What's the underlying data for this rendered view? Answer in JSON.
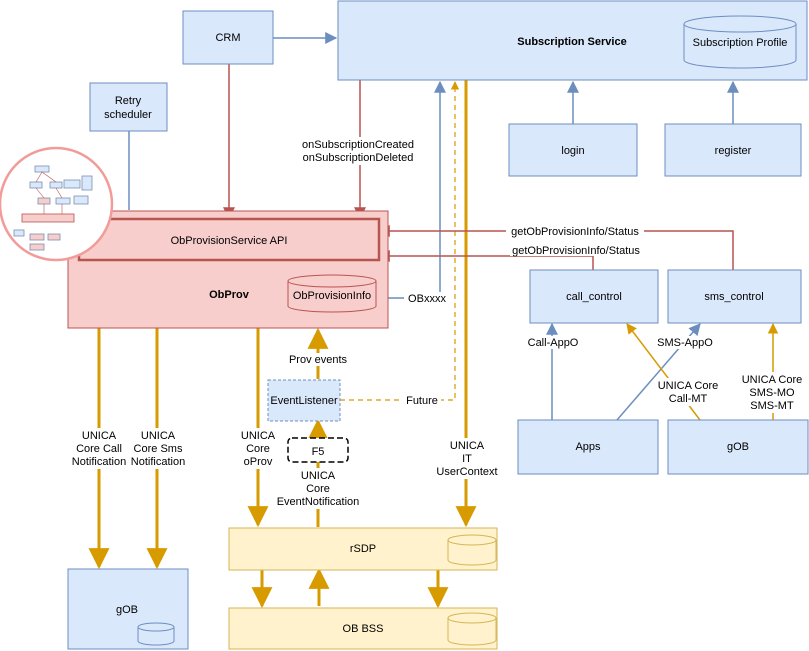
{
  "nodes": {
    "crm": "CRM",
    "subscription_service": "Subscription Service",
    "subscription_profile": "Subscription Profile",
    "retry_scheduler_1": "Retry",
    "retry_scheduler_2": "scheduler",
    "login": "login",
    "register": "register",
    "obprov_api": "ObProvisionService API",
    "obprov": "ObProv",
    "obprov_info": "ObProvisionInfo",
    "call_control": "call_control",
    "sms_control": "sms_control",
    "event_listener": "EventListener",
    "f5": "F5",
    "apps": "Apps",
    "gob_right": "gOB",
    "gob_left": "gOB",
    "rsdp": "rSDP",
    "ob_bss": "OB BSS"
  },
  "edge_labels": {
    "on_sub_created": "onSubscriptionCreated",
    "on_sub_deleted": "onSubscriptionDeleted",
    "get_status_1": "getObProvisionInfo/Status",
    "get_status_2": "getObProvisionInfo/Status",
    "obxxxx": "OBxxxx",
    "future": "Future",
    "prov_events": "Prov events",
    "call_appo": "Call-AppO",
    "sms_appo": "SMS-AppO",
    "unica_core_call_mt": [
      "UNICA Core",
      "Call-MT"
    ],
    "unica_core_sms": [
      "UNICA Core",
      "SMS-MO",
      "SMS-MT"
    ],
    "core_call_notification": [
      "UNICA",
      "Core Call",
      "Notification"
    ],
    "core_sms_notification": [
      "UNICA",
      "Core Sms",
      "Notification"
    ],
    "core_oprov": [
      "UNICA",
      "Core",
      "oProv"
    ],
    "core_event_notification": [
      "UNICA",
      "Core",
      "EventNotification"
    ],
    "it_user_context": [
      "UNICA",
      "IT",
      "UserContext"
    ]
  },
  "colors": {
    "blue_fill": "#dae8fc",
    "blue_stroke": "#6c8ebf",
    "red_fill": "#f8cecc",
    "red_stroke": "#b85450",
    "yellow_fill": "#fff2cc",
    "yellow_stroke": "#d6b656",
    "gold_line": "#d79b00",
    "blue_line": "#6c8ebf",
    "red_line": "#b85450"
  },
  "icons": [
    "thumbnail-diagram-icon",
    "database-icon"
  ]
}
